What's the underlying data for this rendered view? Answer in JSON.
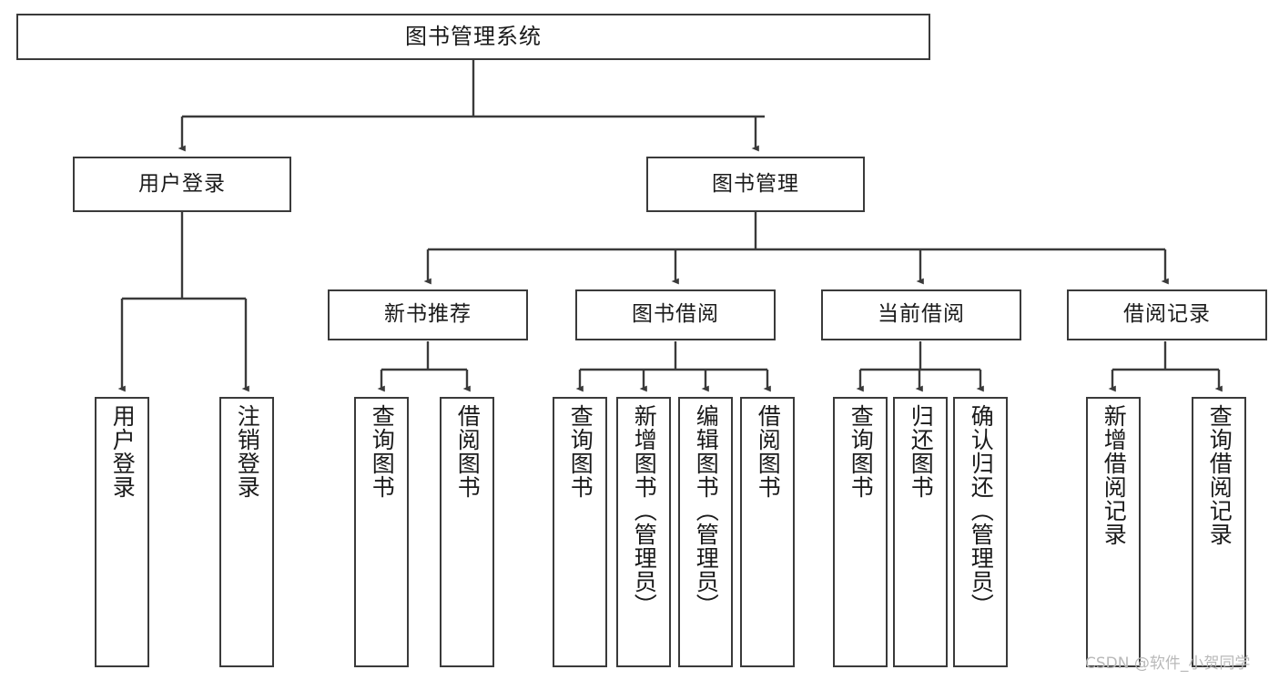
{
  "diagram": {
    "title": "图书管理系统",
    "watermark": "CSDN @软件_小贺同学",
    "colors": {
      "border": "#3a3a3a",
      "text": "#1a1a1a",
      "background": "#ffffff",
      "watermark": "#b9b9b9"
    },
    "levels": {
      "root": {
        "label": "图书管理系统"
      },
      "level2": [
        {
          "label": "用户登录"
        },
        {
          "label": "图书管理"
        }
      ],
      "level3": [
        {
          "label": "新书推荐"
        },
        {
          "label": "图书借阅"
        },
        {
          "label": "当前借阅"
        },
        {
          "label": "借阅记录"
        }
      ],
      "leaves": {
        "user_login": [
          {
            "label": "用户登录"
          },
          {
            "label": "注销登录"
          }
        ],
        "new_book_recommend": [
          {
            "label": "查询图书"
          },
          {
            "label": "借阅图书"
          }
        ],
        "book_borrow": [
          {
            "label": "查询图书"
          },
          {
            "label": "新增图书（管理员）"
          },
          {
            "label": "编辑图书（管理员）"
          },
          {
            "label": "借阅图书"
          }
        ],
        "current_borrow": [
          {
            "label": "查询图书"
          },
          {
            "label": "归还图书"
          },
          {
            "label": "确认归还（管理员）"
          }
        ],
        "borrow_records": [
          {
            "label": "新增借阅记录"
          },
          {
            "label": "查询借阅记录"
          }
        ]
      }
    }
  }
}
